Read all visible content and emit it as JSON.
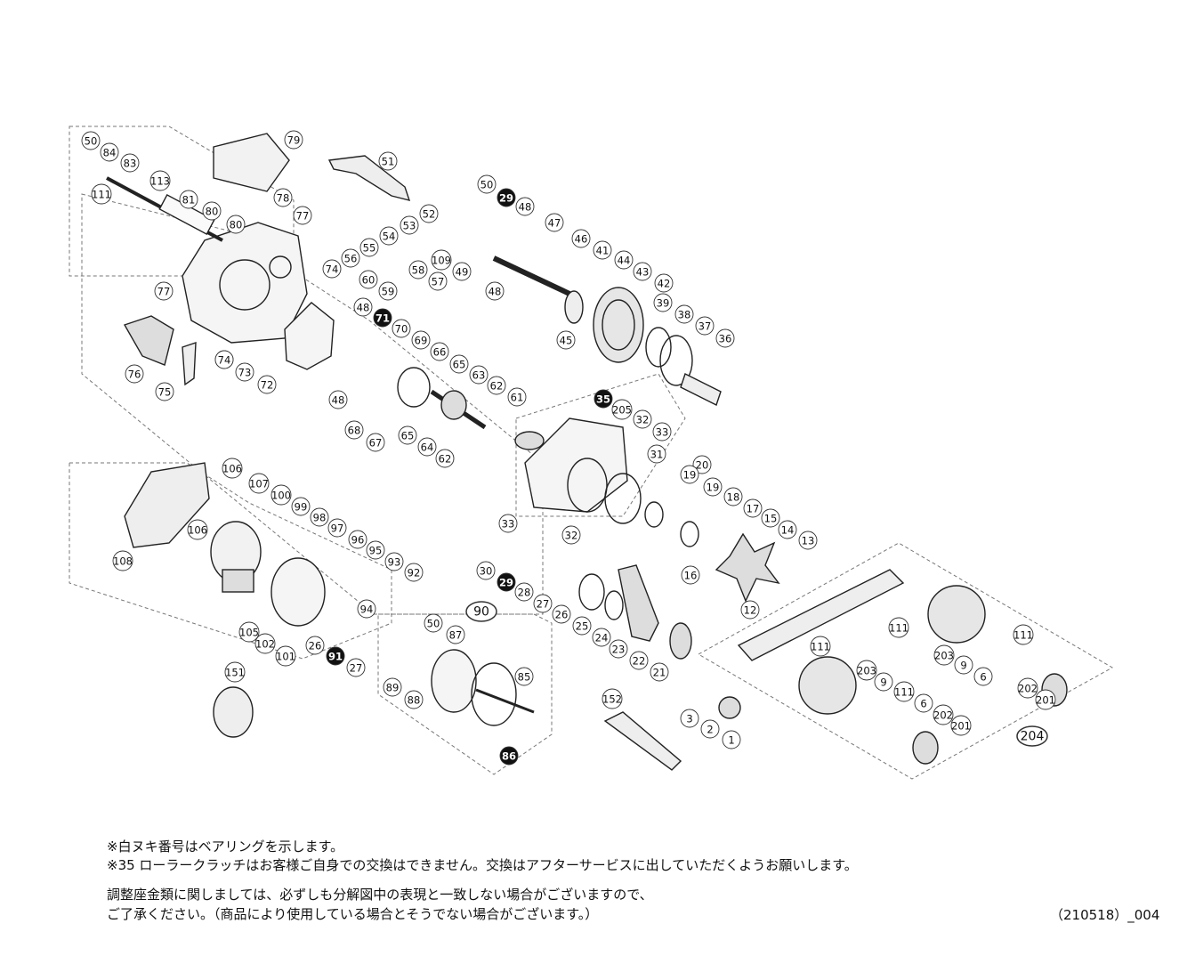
{
  "diagram": {
    "parts": [
      "1",
      "2",
      "3",
      "6",
      "9",
      "12",
      "13",
      "14",
      "15",
      "16",
      "17",
      "18",
      "19",
      "20",
      "21",
      "22",
      "23",
      "24",
      "25",
      "26",
      "27",
      "28",
      "29",
      "30",
      "31",
      "32",
      "33",
      "35",
      "36",
      "37",
      "38",
      "39",
      "41",
      "42",
      "43",
      "44",
      "45",
      "46",
      "47",
      "48",
      "49",
      "50",
      "51",
      "52",
      "53",
      "54",
      "55",
      "56",
      "57",
      "58",
      "59",
      "60",
      "61",
      "62",
      "63",
      "64",
      "65",
      "66",
      "67",
      "68",
      "69",
      "70",
      "71",
      "72",
      "73",
      "74",
      "75",
      "76",
      "77",
      "78",
      "79",
      "80",
      "81",
      "83",
      "84",
      "85",
      "86",
      "87",
      "88",
      "89",
      "90",
      "91",
      "92",
      "93",
      "94",
      "95",
      "96",
      "97",
      "98",
      "99",
      "100",
      "101",
      "102",
      "105",
      "106",
      "107",
      "108",
      "109",
      "111",
      "113",
      "151",
      "152",
      "201",
      "202",
      "203",
      "204",
      "205"
    ],
    "filled_labels": [
      "29",
      "35",
      "71",
      "86",
      "91"
    ],
    "assembly_labels": [
      "90",
      "204"
    ]
  },
  "notes": {
    "line1": "※白ヌキ番号はベアリングを示します。",
    "line2": "※35 ローラークラッチはお客様ご自身での交換はできません。交換はアフターサービスに出していただくようお願いします。",
    "line3": "調整座金類に関しましては、必ずしも分解図中の表現と一致しない場合がございますので、",
    "line4": "ご了承ください。（商品により使用している場合とそうでない場合がございます。）"
  },
  "doc_code": "（210518）_004"
}
